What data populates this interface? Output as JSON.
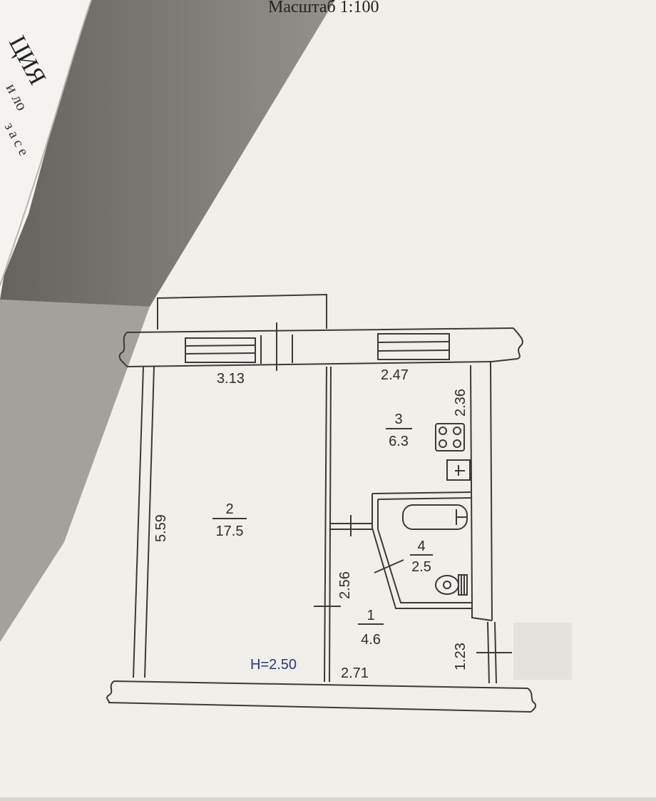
{
  "header": {
    "scale_text": "Масштаб 1:100"
  },
  "margin_text": {
    "line1": "ЦИЯ",
    "line2": "и ло",
    "line3": "з а с е"
  },
  "rooms": {
    "room1": {
      "number": "1",
      "area": "4.6"
    },
    "room2": {
      "number": "2",
      "area": "17.5"
    },
    "room3": {
      "number": "3",
      "area": "6.3"
    },
    "room4": {
      "number": "4",
      "area": "2.5"
    }
  },
  "dimensions": {
    "room2_width": "3.13",
    "room3_width": "2.47",
    "room3_length": "2.36",
    "room2_length": "5.59",
    "room1_length": "2.56",
    "room1_width": "2.71",
    "corridor_length": "1.23"
  },
  "ceiling_height": "H=2.50",
  "colors": {
    "paper": "#f1efe9",
    "line": "#3a3a3a",
    "height_label": "#2a3a78",
    "shadow": "#8e8b86"
  }
}
